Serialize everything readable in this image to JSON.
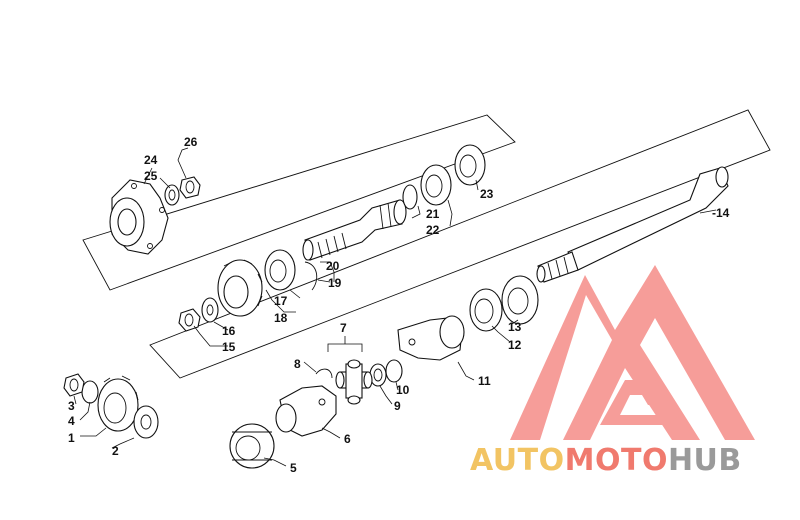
{
  "callouts": {
    "c1": "1",
    "c2": "2",
    "c3": "3",
    "c4": "4",
    "c5": "5",
    "c6": "6",
    "c7": "7",
    "c8": "8",
    "c9": "9",
    "c10": "10",
    "c11": "11",
    "c12": "12",
    "c13": "13",
    "c14": "-14",
    "c15": "15",
    "c16": "16",
    "c17": "17",
    "c18": "18",
    "c19": "19",
    "c20": "20",
    "c21": "21",
    "c22": "22",
    "c23": "23",
    "c24": "24",
    "c25": "25",
    "c26": "26"
  },
  "watermark": {
    "part1": "AUTO",
    "part2": "MOTO",
    "part3": "HUB",
    "color_auto": "#f2c463",
    "color_moto": "#f07a6e",
    "color_hub": "#9a9a9a",
    "logo_color": "#f58c88"
  }
}
